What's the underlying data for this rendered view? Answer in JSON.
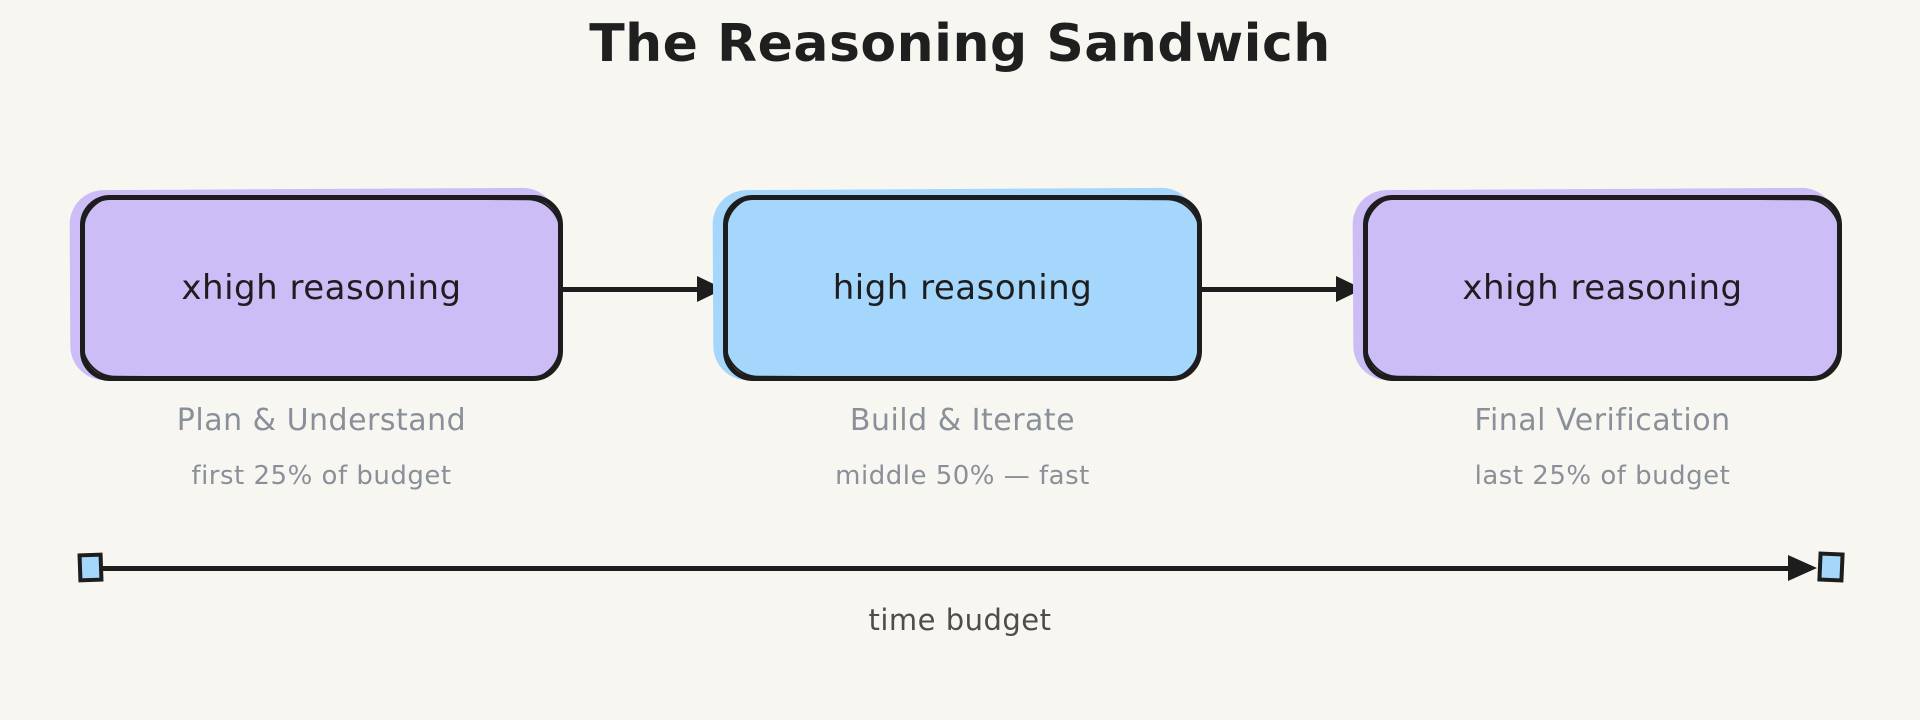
{
  "title": "The Reasoning Sandwich",
  "stages": [
    {
      "box_label": "xhigh reasoning",
      "fill": "purple",
      "caption": "Plan & Understand",
      "subcaption": "first 25% of budget"
    },
    {
      "box_label": "high reasoning",
      "fill": "blue",
      "caption": "Build & Iterate",
      "subcaption": "middle 50% — fast"
    },
    {
      "box_label": "xhigh reasoning",
      "fill": "purple",
      "caption": "Final Verification",
      "subcaption": "last 25% of budget"
    }
  ],
  "timeline": {
    "label": "time budget"
  },
  "colors": {
    "background": "#f8f6f1",
    "purple_fill": "#ccbdf7",
    "blue_fill": "#a5d6fb",
    "stroke": "#1d1d1d",
    "box_text": "#1e1e1e",
    "title_text": "#1f1f1f",
    "caption_gray": "#8a909a",
    "timeline_text": "#4d4d4d"
  }
}
